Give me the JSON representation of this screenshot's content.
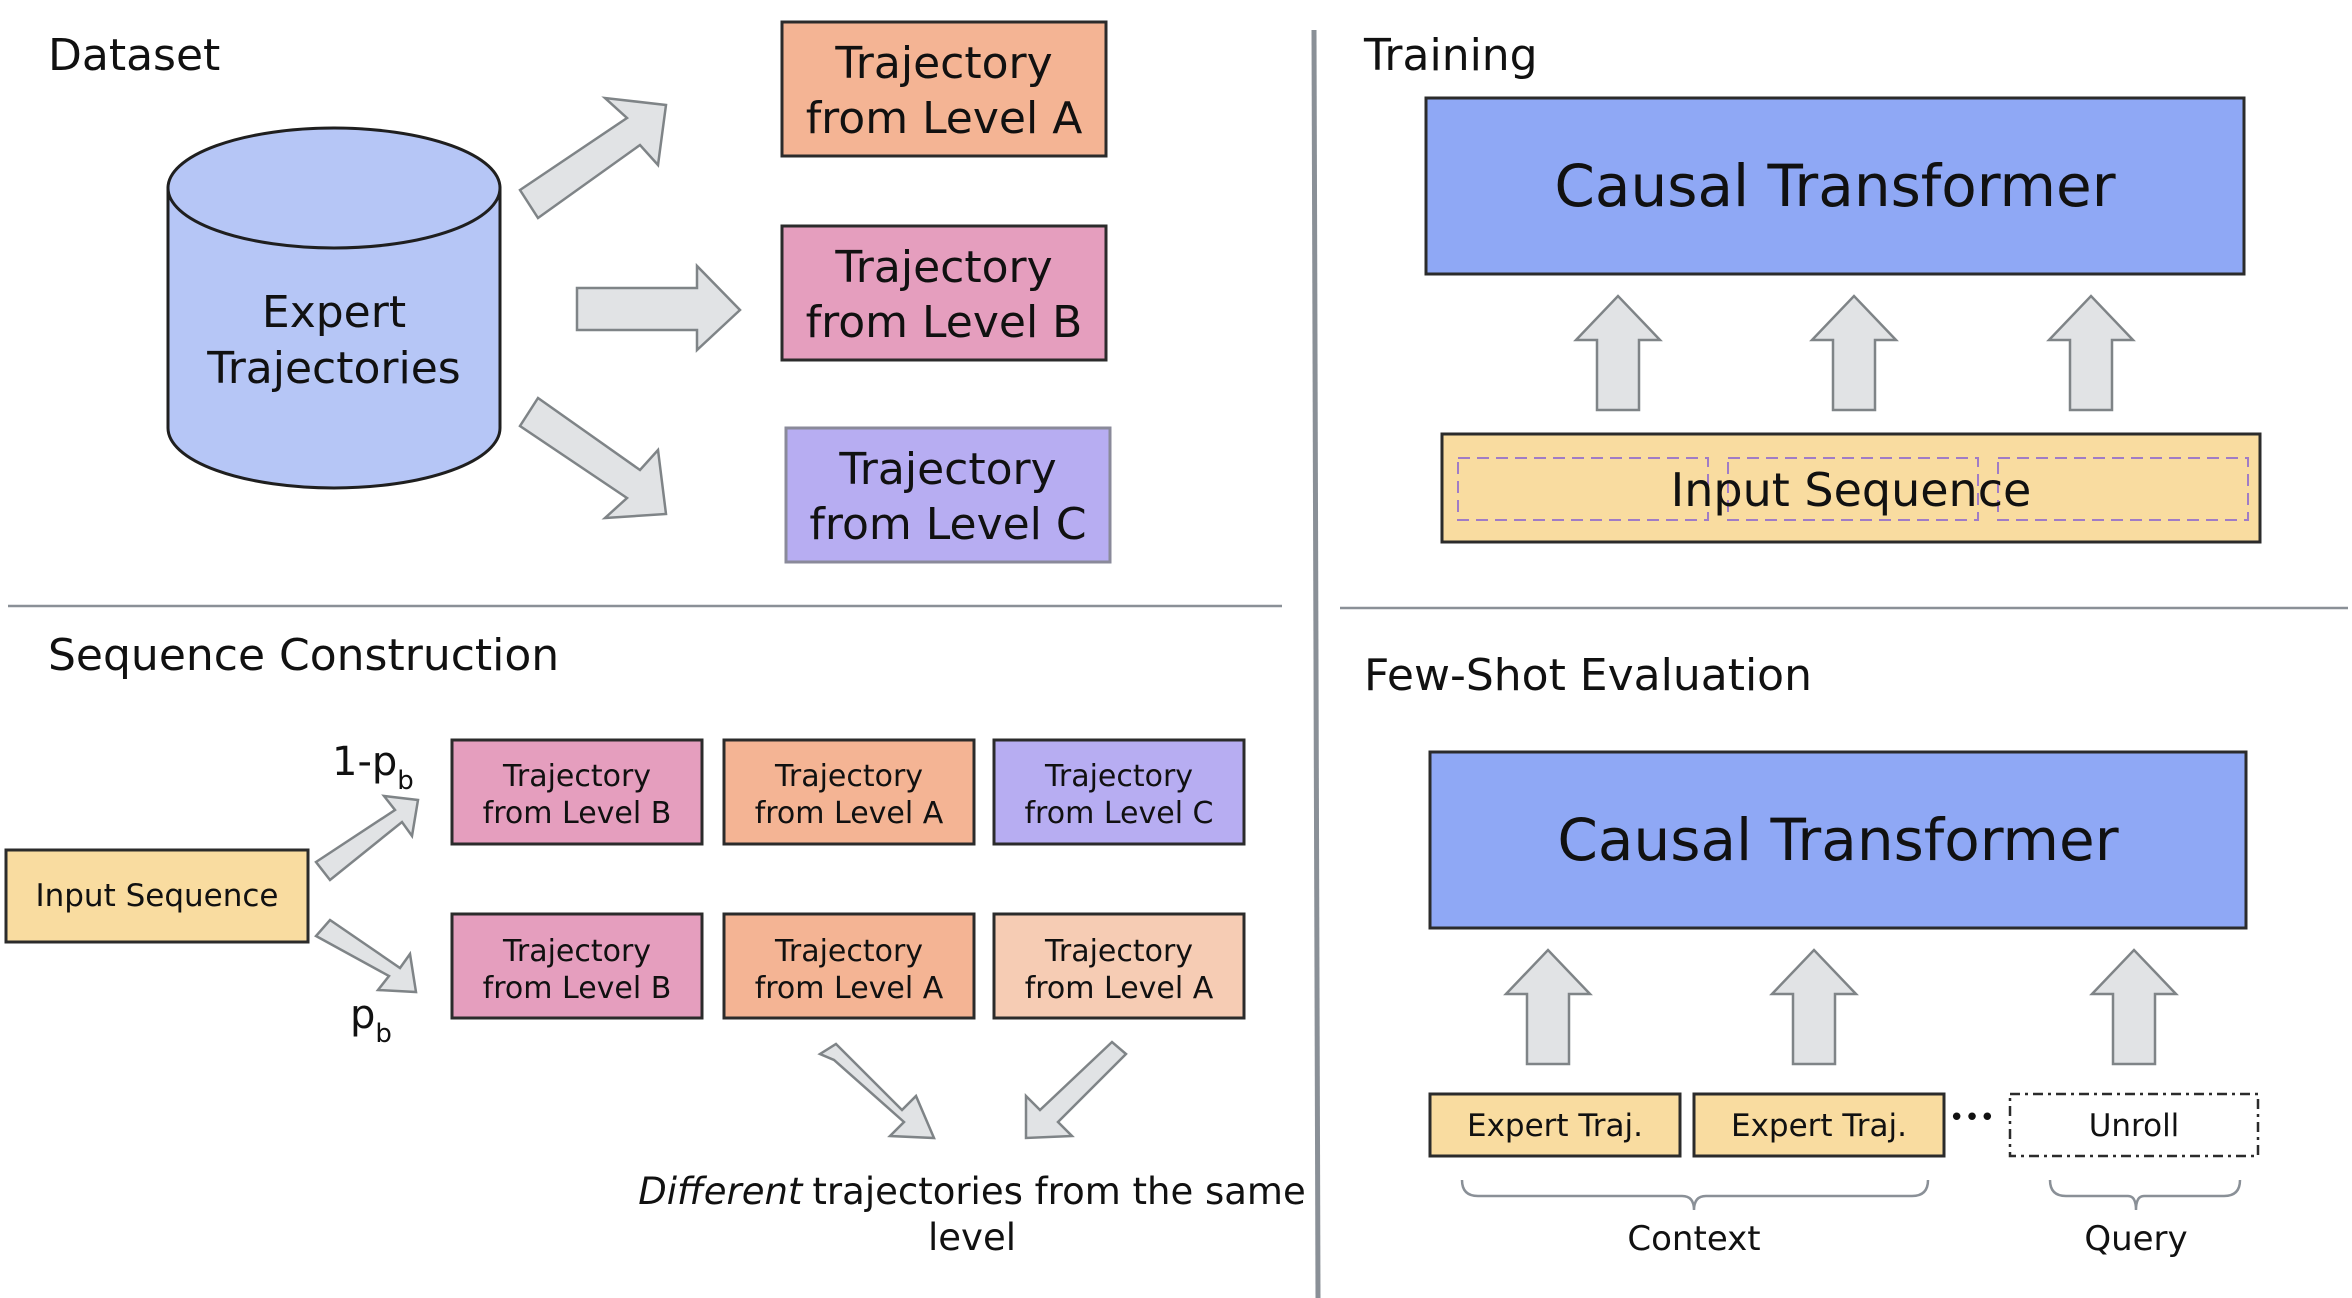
{
  "colors": {
    "level_a": "#f4b494",
    "level_b": "#e59ebe",
    "level_c": "#b7adf2",
    "level_a_light": "#f6ccb4",
    "input": "#f9dca0",
    "transformer": "#8fa8f5",
    "cylinder": "#b6c6f6",
    "arrow_fill": "#e1e3e5",
    "arrow_stroke": "#7f8487",
    "accent_red": "#c8373f",
    "dash_purple": "#a07cc6"
  },
  "dataset": {
    "title": "Dataset",
    "cylinder_line1": "Expert",
    "cylinder_line2": "Trajectories",
    "box_a_line1": "Trajectory",
    "box_a_line2": "from Level A",
    "box_b_line1": "Trajectory",
    "box_b_line2": "from Level B",
    "box_c_line1": "Trajectory",
    "box_c_line2": "from Level C"
  },
  "training": {
    "title": "Training",
    "transformer_label": "Causal Transformer",
    "input_label": "Input Sequence"
  },
  "sequence": {
    "title": "Sequence Construction",
    "input_label": "Input Sequence",
    "prob_top_main": "1-p",
    "prob_top_sub": "b",
    "prob_bottom_main": "p",
    "prob_bottom_sub": "b",
    "row1": [
      {
        "line1": "Trajectory",
        "line2": "from Level B"
      },
      {
        "line1": "Trajectory",
        "line2": "from Level A"
      },
      {
        "line1": "Trajectory",
        "line2": "from Level C"
      }
    ],
    "row2": [
      {
        "line1": "Trajectory",
        "line2": "from Level B"
      },
      {
        "line1": "Trajectory",
        "line2": "from Level A"
      },
      {
        "line1": "Trajectory",
        "line2": "from Level A"
      }
    ],
    "note_italic": "Different",
    "note_rest": "trajectories from the same",
    "note_line2": "level"
  },
  "fewshot": {
    "title": "Few-Shot Evaluation",
    "transformer_label": "Causal Transformer",
    "traj1_label": "Expert Traj.",
    "traj2_label": "Expert Traj.",
    "dots": "•••",
    "unroll_label": "Unroll",
    "context_label": "Context",
    "query_label": "Query"
  }
}
